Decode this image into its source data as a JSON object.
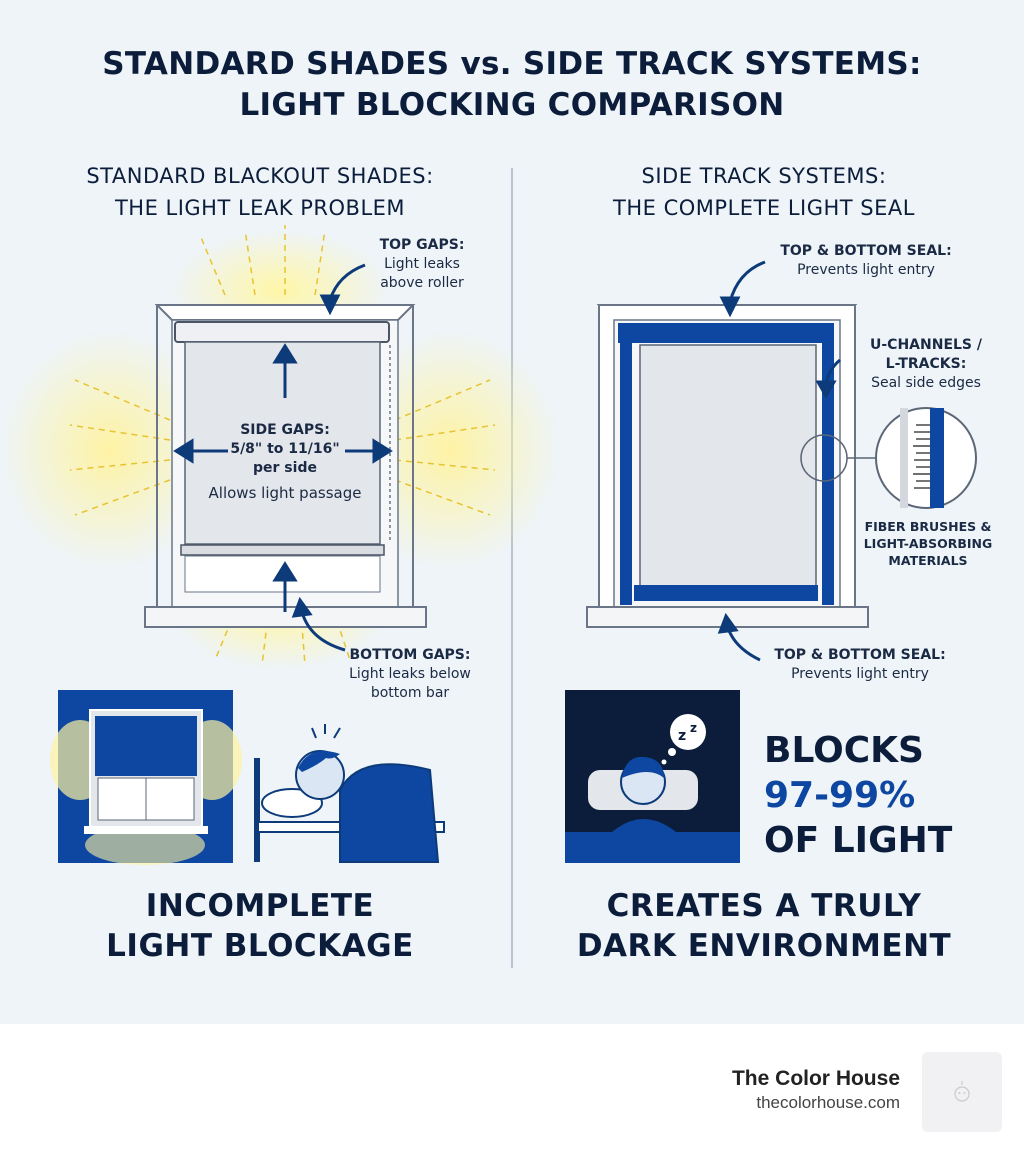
{
  "title": {
    "line1": "STANDARD SHADES vs. SIDE TRACK SYSTEMS:",
    "line2": "LIGHT BLOCKING COMPARISON"
  },
  "left": {
    "heading1": "STANDARD BLACKOUT SHADES:",
    "heading2": "THE LIGHT LEAK PROBLEM",
    "top_gaps": {
      "title": "TOP GAPS:",
      "line1": "Light leaks",
      "line2": "above roller"
    },
    "side_gaps": {
      "title1": "SIDE GAPS:",
      "title2": "5/8\" to 11/16\"",
      "title3": "per side",
      "desc": "Allows light passage"
    },
    "bottom_gaps": {
      "title": "BOTTOM GAPS:",
      "line1": "Light leaks below",
      "line2": "bottom bar"
    },
    "caption1": "INCOMPLETE",
    "caption2": "LIGHT BLOCKAGE"
  },
  "right": {
    "heading1": "SIDE TRACK SYSTEMS:",
    "heading2": "THE COMPLETE LIGHT SEAL",
    "top_seal": {
      "title": "TOP & BOTTOM SEAL:",
      "desc": "Prevents light entry"
    },
    "channels": {
      "title1": "U-CHANNELS /",
      "title2": "L-TRACKS:",
      "desc": "Seal side edges"
    },
    "brushes": {
      "line1": "FIBER BRUSHES &",
      "line2": "LIGHT-ABSORBING",
      "line3": "MATERIALS"
    },
    "bottom_seal": {
      "title": "TOP & BOTTOM SEAL:",
      "desc": "Prevents light entry"
    },
    "stat": {
      "line1": "BLOCKS",
      "value": "97-99%",
      "line3": "OF LIGHT"
    },
    "caption1": "CREATES A TRULY",
    "caption2": "DARK ENVIRONMENT"
  },
  "footer": {
    "brand_name": "The Color House",
    "brand_url": "thecolorhouse.com"
  },
  "colors": {
    "navy": "#0b1d3a",
    "blue": "#0d47a1",
    "light_yellow": "#fff3a0",
    "background": "#eef4f8"
  }
}
